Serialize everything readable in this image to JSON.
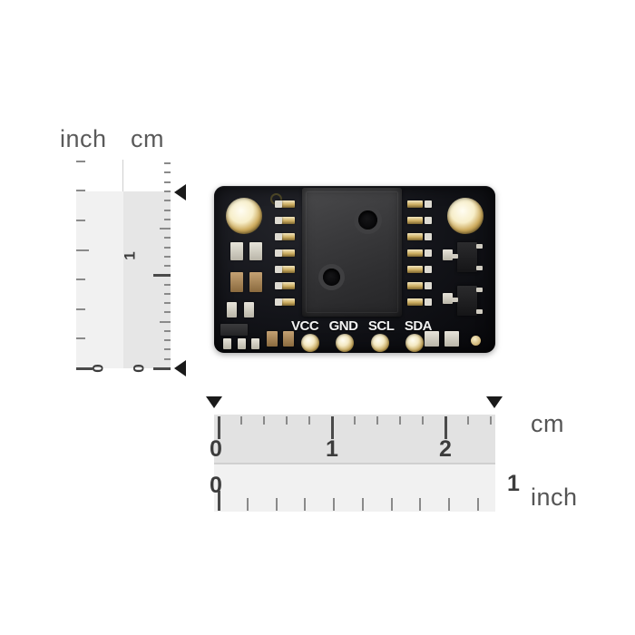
{
  "vertical_ruler": {
    "header_inch": "inch",
    "header_cm": "cm",
    "inch_ticks": [
      0,
      0.125,
      0.25,
      0.375,
      0.5,
      0.625,
      0.75
    ],
    "inch_labels": [
      "0"
    ],
    "cm_ticks_cm": [
      0,
      0.1,
      0.2,
      0.3,
      0.4,
      0.5,
      0.6,
      0.7,
      0.8,
      0.9,
      1.0,
      1.1,
      1.2,
      1.3,
      1.4,
      1.5,
      1.6,
      1.7,
      1.8,
      1.9
    ],
    "cm_labels": [
      "0",
      "1"
    ],
    "span_cm": 1.9,
    "span_inch": 0.75,
    "marker_icon": "triangle-left"
  },
  "horizontal_ruler": {
    "cm_unit_label": "cm",
    "inch_unit_label": "inch",
    "cm_labels": [
      "0",
      "1",
      "2"
    ],
    "inch_labels": [
      "0",
      "1"
    ],
    "cm_major_count": 3,
    "cm_minor_per_major": 5,
    "inch_tick_count": 10,
    "span_cm": 3.0,
    "span_inch": 1.2,
    "marker_icon": "triangle-down"
  },
  "board": {
    "name": "sensor-breakout-board",
    "color": "#121318",
    "silkscreen_pins": [
      "VCC",
      "GND",
      "SCL",
      "SDA"
    ],
    "mounting_holes": 2,
    "sensor_module": {
      "name": "pressure-sensor-module",
      "color": "#3b3b3d",
      "ports": 2
    },
    "pad_count_per_side": 7
  },
  "colors": {
    "band_light": "#f1f1f1",
    "band_dark": "#e2e2e2",
    "tick": "#8a8a8a",
    "tick_major": "#4a4a4a",
    "text": "#3c3c3c",
    "unit_text": "#555555",
    "marker": "#1a1a1a",
    "background": "#ffffff"
  }
}
